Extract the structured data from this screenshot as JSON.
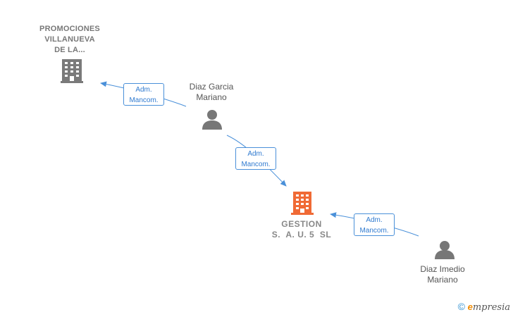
{
  "nodes": {
    "promociones": {
      "line1": "PROMOCIONES",
      "line2": "VILLANUEVA",
      "line3": "DE LA..."
    },
    "diaz_garcia": {
      "line1": "Diaz Garcia",
      "line2": "Mariano"
    },
    "gestion": {
      "line1": "GESTION",
      "line2": "S.  A. U. 5  SL"
    },
    "diaz_imedio": {
      "line1": "Diaz Imedio",
      "line2": "Mariano"
    }
  },
  "edges": [
    {
      "line1": "Adm.",
      "line2": "Mancom."
    },
    {
      "line1": "Adm.",
      "line2": "Mancom."
    },
    {
      "line1": "Adm.",
      "line2": "Mancom."
    }
  ],
  "colors": {
    "company": "#7a7a7a",
    "focus": "#f06a35",
    "person": "#777777",
    "edge": "#4a90d9"
  },
  "brand": {
    "copyright": "©",
    "e": "e",
    "rest": "mpresia"
  }
}
